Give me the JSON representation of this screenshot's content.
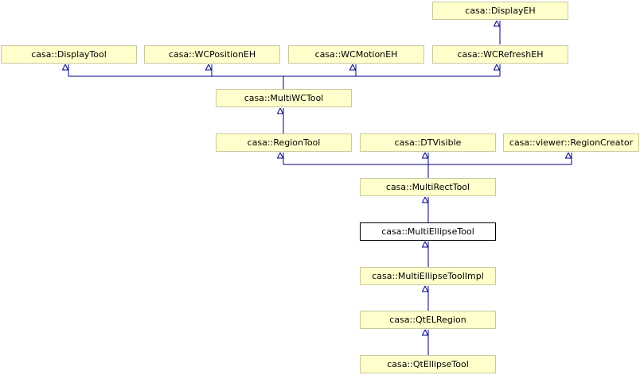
{
  "nodes": {
    "display_eh": "casa::DisplayEH",
    "display_tool": "casa::DisplayTool",
    "wc_position_eh": "casa::WCPositionEH",
    "wc_motion_eh": "casa::WCMotionEH",
    "wc_refresh_eh": "casa::WCRefreshEH",
    "multi_wc_tool": "casa::MultiWCTool",
    "region_tool": "casa::RegionTool",
    "dt_visible": "casa::DTVisible",
    "region_creator": "casa::viewer::RegionCreator",
    "multi_rect_tool": "casa::MultiRectTool",
    "multi_ellipse_tool": "casa::MultiEllipseTool",
    "multi_ellipse_tool_impl": "casa::MultiEllipseToolImpl",
    "qt_el_region": "casa::QtELRegion",
    "qt_ellipse_tool": "casa::QtEllipseTool"
  },
  "colors": {
    "node_fill": "#ffffcc",
    "node_border": "#c8c8a0",
    "current_fill": "#ffffff",
    "current_border": "#000000",
    "edge": "#000080"
  }
}
